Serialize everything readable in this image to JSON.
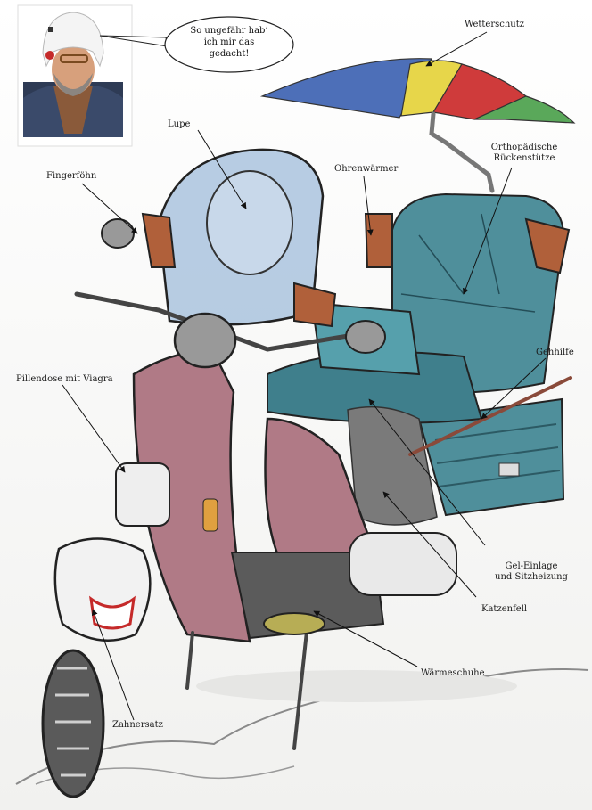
{
  "speech_bubble": {
    "lines": [
      "So ungefähr hab’",
      "ich mir das",
      "gedacht!"
    ]
  },
  "labels": {
    "wetterschutz": "Wetterschutz",
    "lupe": "Lupe",
    "orthopaedisch_1": "Orthopädische",
    "orthopaedisch_2": "Rückenstütze",
    "ohrenwaermer": "Ohrenwärmer",
    "fingerfoehn": "Fingerföhn",
    "gehhilfe": "Gehhilfe",
    "pillendose": "Pillendose mit Viagra",
    "gel_1": "Gel-Einlage",
    "gel_2": "und Sitzheizung",
    "katzenfell": "Katzenfell",
    "waermeschuhe": "Wärmeschuhe",
    "zahnersatz": "Zahnersatz"
  },
  "colors": {
    "scooter_body": "#b07a86",
    "seat_blue": "#4f8f9b",
    "umbrella_blue": "#4d6fb8",
    "umbrella_yellow": "#e7d64a",
    "umbrella_red": "#cf3b3b",
    "umbrella_green": "#5aa85a",
    "glove_brown": "#b0603a",
    "windshield": "#aac3de"
  }
}
